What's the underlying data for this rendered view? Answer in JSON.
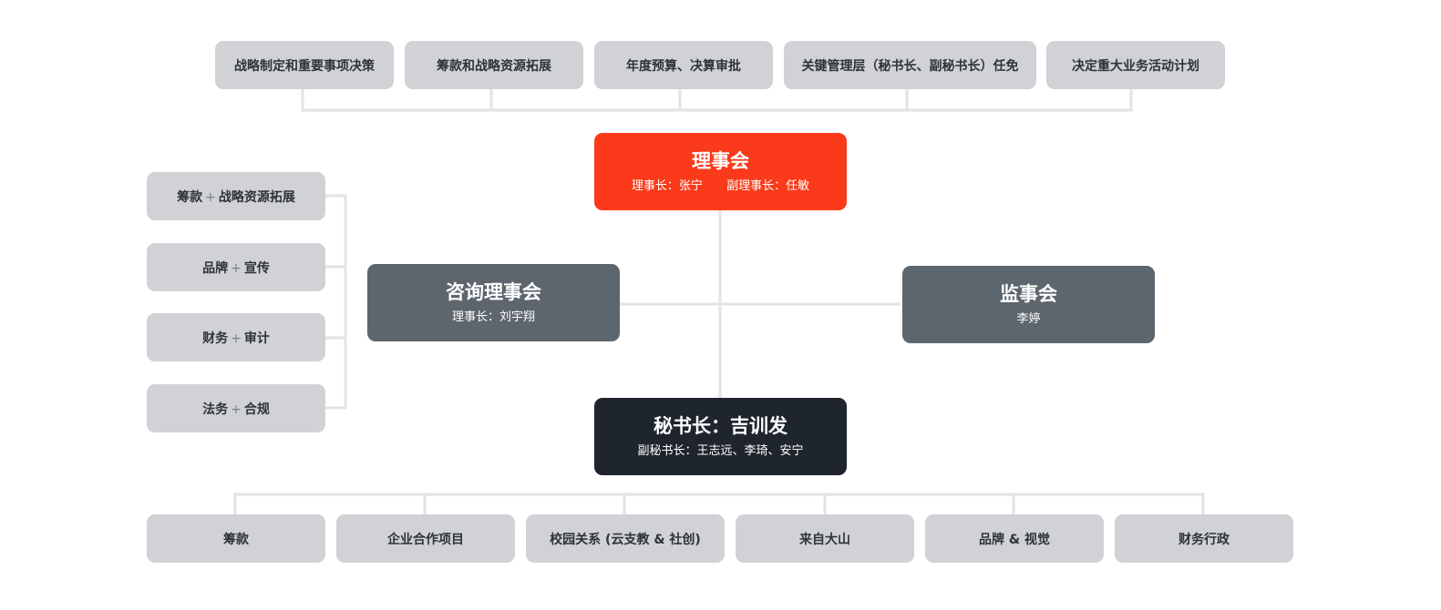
{
  "top_duties": [
    "战略制定和重要事项决策",
    "筹款和战略资源拓展",
    "年度预算、决算审批",
    "关键管理层（秘书长、副秘书长）任免",
    "决定重大业务活动计划"
  ],
  "board": {
    "title": "理事会",
    "chair": "理事长：张宁",
    "vice_chair": "副理事长：任敏"
  },
  "advisory": {
    "title": "咨询理事会",
    "chair": "理事长：刘宇翔"
  },
  "supervisory": {
    "title": "监事会",
    "member": "李婷"
  },
  "secretary": {
    "title": "秘书长：吉训发",
    "deputies": "副秘书长：王志远、李琦、安宁"
  },
  "committees": [
    {
      "a": "筹款",
      "plus": "+",
      "b": "战略资源拓展"
    },
    {
      "a": "品牌",
      "plus": "+",
      "b": "宣传"
    },
    {
      "a": "财务",
      "plus": "+",
      "b": "审计"
    },
    {
      "a": "法务",
      "plus": "+",
      "b": "合规"
    }
  ],
  "departments": [
    "筹款",
    "企业合作项目",
    "校园关系 (云支教 & 社创)",
    "来自大山",
    "品牌 & 视觉",
    "财务行政"
  ],
  "colors": {
    "board": "#fa3a1a",
    "secretary": "#1f252d",
    "council": "#5d656d",
    "box": "#d0d2d6",
    "line": "#e2e3e5"
  }
}
